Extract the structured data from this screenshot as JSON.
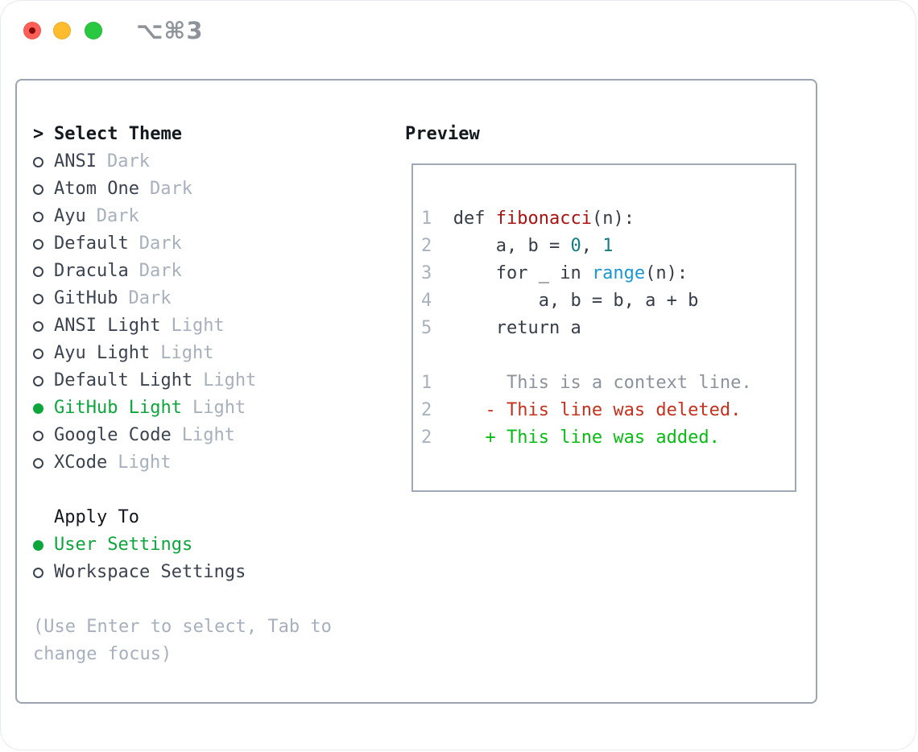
{
  "titlebar": {
    "shortcut": "⌥⌘3"
  },
  "theme_picker": {
    "header": "Select Theme",
    "items": [
      {
        "name": "ANSI",
        "variant": "Dark",
        "selected": false
      },
      {
        "name": "Atom One",
        "variant": "Dark",
        "selected": false
      },
      {
        "name": "Ayu",
        "variant": "Dark",
        "selected": false
      },
      {
        "name": "Default",
        "variant": "Dark",
        "selected": false
      },
      {
        "name": "Dracula",
        "variant": "Dark",
        "selected": false
      },
      {
        "name": "GitHub",
        "variant": "Dark",
        "selected": false
      },
      {
        "name": "ANSI Light",
        "variant": "Light",
        "selected": false
      },
      {
        "name": "Ayu Light",
        "variant": "Light",
        "selected": false
      },
      {
        "name": "Default Light",
        "variant": "Light",
        "selected": false
      },
      {
        "name": "GitHub Light",
        "variant": "Light",
        "selected": true
      },
      {
        "name": "Google Code",
        "variant": "Light",
        "selected": false
      },
      {
        "name": "XCode",
        "variant": "Light",
        "selected": false
      }
    ],
    "apply_to": {
      "header": "Apply To",
      "options": [
        {
          "label": "User Settings",
          "selected": true
        },
        {
          "label": "Workspace Settings",
          "selected": false
        }
      ]
    },
    "hint": "(Use Enter to select, Tab to\nchange focus)"
  },
  "preview": {
    "header": "Preview",
    "lines": [
      [
        {
          "c": "ln",
          "t": "1  "
        },
        {
          "c": "pl",
          "t": "def "
        },
        {
          "c": "fn",
          "t": "fibonacci"
        },
        {
          "c": "pl",
          "t": "(n):"
        }
      ],
      [
        {
          "c": "ln",
          "t": "2  "
        },
        {
          "c": "pl",
          "t": "    a, b = "
        },
        {
          "c": "nm",
          "t": "0"
        },
        {
          "c": "pl",
          "t": ", "
        },
        {
          "c": "nm",
          "t": "1"
        }
      ],
      [
        {
          "c": "ln",
          "t": "3  "
        },
        {
          "c": "pl",
          "t": "    for _ in "
        },
        {
          "c": "bi",
          "t": "range"
        },
        {
          "c": "pl",
          "t": "(n):"
        }
      ],
      [
        {
          "c": "ln",
          "t": "4  "
        },
        {
          "c": "pl",
          "t": "        a, b = b, a + b"
        }
      ],
      [
        {
          "c": "ln",
          "t": "5  "
        },
        {
          "c": "pl",
          "t": "    return a"
        }
      ],
      [],
      [
        {
          "c": "ln",
          "t": "1  "
        },
        {
          "c": "ctx",
          "t": "     This is a context line."
        }
      ],
      [
        {
          "c": "ln",
          "t": "2  "
        },
        {
          "c": "del",
          "t": "   - This line was deleted."
        }
      ],
      [
        {
          "c": "ln",
          "t": "2  "
        },
        {
          "c": "add",
          "t": "   + This line was added."
        }
      ]
    ]
  },
  "colors": {
    "selection_green": "#0da63c",
    "added_green": "#07bd13",
    "deleted_red": "#c5311d",
    "function_red": "#aa1212",
    "number_teal": "#117c83",
    "builtin_blue": "#1a97cf",
    "muted_gray": "#a7b0bd",
    "panel_border": "#9ba4b0",
    "traffic_red": "#ff5f57",
    "traffic_yellow": "#febc2e",
    "traffic_green": "#28c840"
  }
}
